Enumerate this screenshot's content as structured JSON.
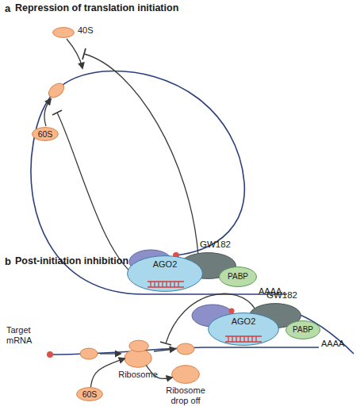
{
  "diagram": {
    "nodes": [
      {
        "text": [
          "40S"
        ]
      },
      {
        "text": [
          "60S"
        ]
      },
      {
        "text": [
          "GW182"
        ]
      },
      {
        "text": [
          "AGO2"
        ]
      },
      {
        "text": [
          "PABP"
        ]
      },
      {
        "text": [
          "60S"
        ]
      },
      {
        "text": [
          "Ribosome"
        ]
      },
      {
        "text": [
          "Ribosome drop off"
        ]
      },
      {
        "text": [
          "GW182"
        ]
      },
      {
        "text": [
          "AGO2"
        ]
      },
      {
        "text": [
          "PABP"
        ]
      }
    ],
    "edges": [
      {
        "from": 5,
        "to": 6,
        "arrow": "to"
      },
      {
        "from": 6,
        "to": 7,
        "arrow": "to"
      }
    ],
    "labels": [
      "a",
      "Repression of translation initiation",
      "AAAA",
      "b",
      "Post-initiation inhibition",
      "Target mRNA",
      "AAAA"
    ]
  }
}
